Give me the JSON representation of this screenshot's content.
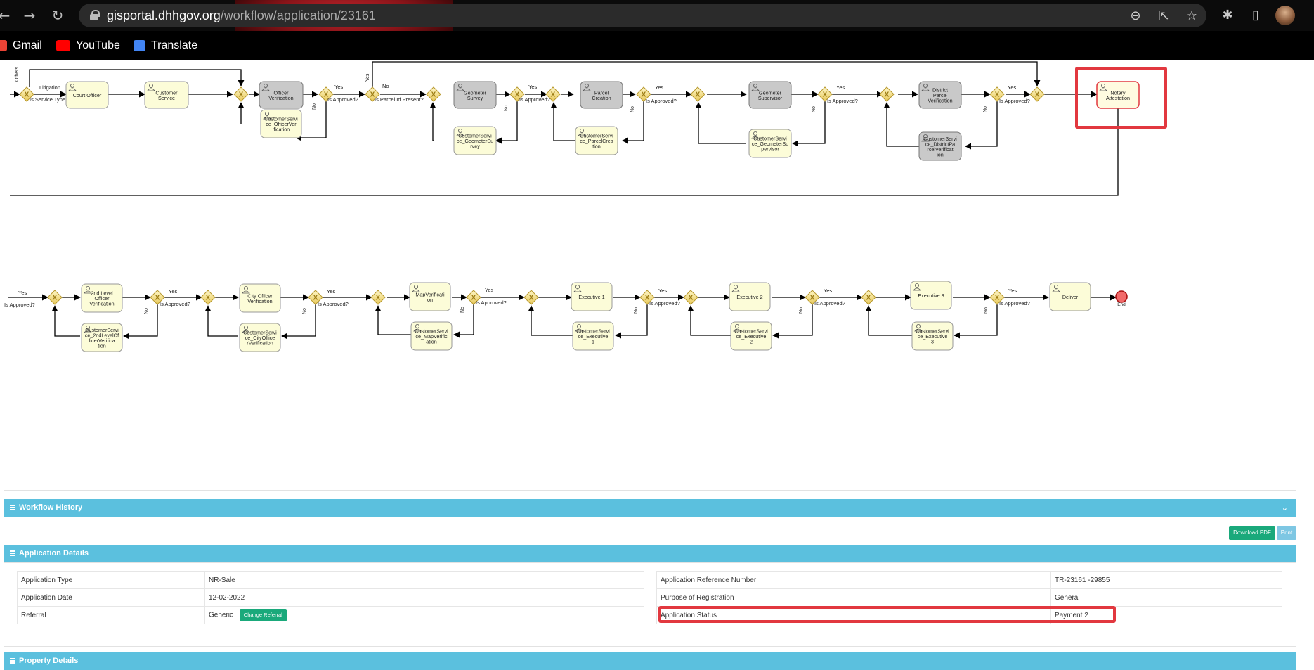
{
  "browser": {
    "url_host": "gisportal.dhhgov.org",
    "url_path": "/workflow/application/23161",
    "bookmarks": [
      {
        "label": "Gmail",
        "color": "#ea4335"
      },
      {
        "label": "YouTube",
        "color": "#ff0000"
      },
      {
        "label": "Translate",
        "color": "#4285f4"
      }
    ]
  },
  "diagram": {
    "row1_gateways": [
      {
        "label": "Is Service Type?"
      },
      {
        "label": ""
      },
      {
        "label": "Is Approved?"
      },
      {
        "label": "Is Parcel Id Present?"
      },
      {
        "label": ""
      },
      {
        "label": "Is Approved?"
      },
      {
        "label": ""
      },
      {
        "label": "Is Approved?"
      },
      {
        "label": ""
      },
      {
        "label": "Is Approved?"
      },
      {
        "label": ""
      },
      {
        "label": "Is Approved?"
      },
      {
        "label": ""
      }
    ],
    "row1_tasks": [
      {
        "label": "Court Officer",
        "style": "yellow"
      },
      {
        "label": "Customer Service",
        "style": "yellow"
      },
      {
        "label": "Officer Verification",
        "style": "gray"
      },
      {
        "label": "CustomerService_OfficerVerification",
        "style": "yellow"
      },
      {
        "label": "Geometer Survey",
        "style": "gray"
      },
      {
        "label": "CustomerService_GeometerSurvey",
        "style": "yellow"
      },
      {
        "label": "Parcel Creation",
        "style": "gray"
      },
      {
        "label": "CustomerService_ParcelCreation",
        "style": "yellow"
      },
      {
        "label": "Geometer Supervisor",
        "style": "gray"
      },
      {
        "label": "CustomerService_GeometerSupervisor",
        "style": "yellow"
      },
      {
        "label": "District Parcel Verification",
        "style": "gray"
      },
      {
        "label": "CustomerService_DistrictParcelVerification",
        "style": "gray"
      },
      {
        "label": "Notary Attestation",
        "style": "active"
      }
    ],
    "row2_gateways": [
      {
        "label": "Is Approved?"
      },
      {
        "label": "Is Approved?"
      },
      {
        "label": ""
      },
      {
        "label": "Is Approved?"
      },
      {
        "label": ""
      },
      {
        "label": "Is Approved?"
      },
      {
        "label": ""
      },
      {
        "label": "Is Approved?"
      },
      {
        "label": ""
      },
      {
        "label": "Is Approved?"
      },
      {
        "label": ""
      },
      {
        "label": "Is Approved?"
      }
    ],
    "row2_tasks": [
      {
        "label": "2nd Level Officer Verification",
        "style": "yellow"
      },
      {
        "label": "CustomerService_2ndLevelOfficerVerification",
        "style": "yellow"
      },
      {
        "label": "City Officer Verification",
        "style": "yellow"
      },
      {
        "label": "CustomerService_CityOfficerVerification",
        "style": "yellow"
      },
      {
        "label": "MapVerification",
        "style": "yellow"
      },
      {
        "label": "CustomerService_MapVerification",
        "style": "yellow"
      },
      {
        "label": "Executive 1",
        "style": "yellow"
      },
      {
        "label": "CustomerService_Executive 1",
        "style": "yellow"
      },
      {
        "label": "Executive 2",
        "style": "yellow"
      },
      {
        "label": "CustomerService_Executive 2",
        "style": "yellow"
      },
      {
        "label": "Executive 3",
        "style": "yellow"
      },
      {
        "label": "CustomerService_Executive 3",
        "style": "yellow"
      },
      {
        "label": "Deliver",
        "style": "yellow"
      }
    ],
    "edge_labels": {
      "others": "Others",
      "litigation": "Litigation",
      "yes": "Yes",
      "no": "No",
      "end": "End"
    }
  },
  "workflow_history": {
    "title": "Workflow History"
  },
  "actions": {
    "download_pdf": "Download PDF",
    "print": "Print"
  },
  "application_details": {
    "title": "Application Details",
    "left": [
      {
        "label": "Application Type",
        "value": "NR-Sale"
      },
      {
        "label": "Application Date",
        "value": "12-02-2022"
      },
      {
        "label": "Referral",
        "value": "Generic"
      }
    ],
    "change_referral": "Change Referral",
    "right": [
      {
        "label": "Application Reference Number",
        "value": "TR-23161 -29855"
      },
      {
        "label": "Purpose of Registration",
        "value": "General"
      },
      {
        "label": "Application Status",
        "value": "Payment 2"
      }
    ]
  },
  "property_details": {
    "title": "Property Details"
  },
  "colors": {
    "accent": "#5bc0de",
    "highlight": "#e2383f",
    "button_green": "#1aa97b"
  }
}
